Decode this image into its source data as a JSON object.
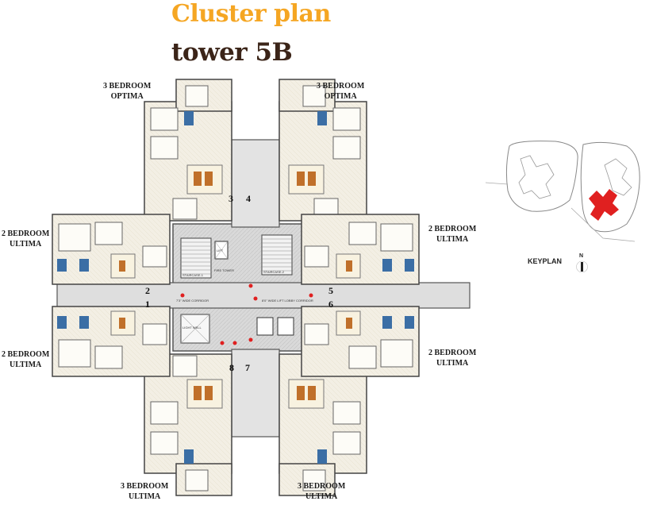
{
  "title": {
    "line1": "Cluster plan",
    "line2": "tower 5B"
  },
  "units": {
    "top_left": {
      "line1": "3 BEDROOM",
      "line2": "OPTIMA"
    },
    "top_right": {
      "line1": "3 BEDROOM",
      "line2": "OPTIMA"
    },
    "left_upper": {
      "line1": "2 BEDROOM",
      "line2": "ULTIMA"
    },
    "right_upper": {
      "line1": "2 BEDROOM",
      "line2": "ULTIMA"
    },
    "left_lower": {
      "line1": "2 BEDROOM",
      "line2": "ULTIMA"
    },
    "right_lower": {
      "line1": "2 BEDROOM",
      "line2": "ULTIMA"
    },
    "bottom_left": {
      "line1": "3 BEDROOM",
      "line2": "ULTIMA"
    },
    "bottom_right": {
      "line1": "3 BEDROOM",
      "line2": "ULTIMA"
    }
  },
  "unit_numbers": [
    "1",
    "2",
    "3",
    "4",
    "5",
    "6",
    "7",
    "8"
  ],
  "core_labels": {
    "lift": "LIFT",
    "fire_tower": "FIRE TOWER",
    "staircase_1": "STAIRCASE-1",
    "staircase_2": "STAIRCASE-2",
    "light_well": "LIGHT WELL",
    "corridor_left": "7'3\" WIDE CORRIDOR",
    "corridor_right": "8'0\" WIDE LIFT LOBBY CORRIDOR"
  },
  "keyplan": {
    "label": "KEYPLAN",
    "north": "N"
  },
  "colors": {
    "title_accent": "#f5a623",
    "title_dark": "#3b2418",
    "highlight": "#e02020"
  }
}
